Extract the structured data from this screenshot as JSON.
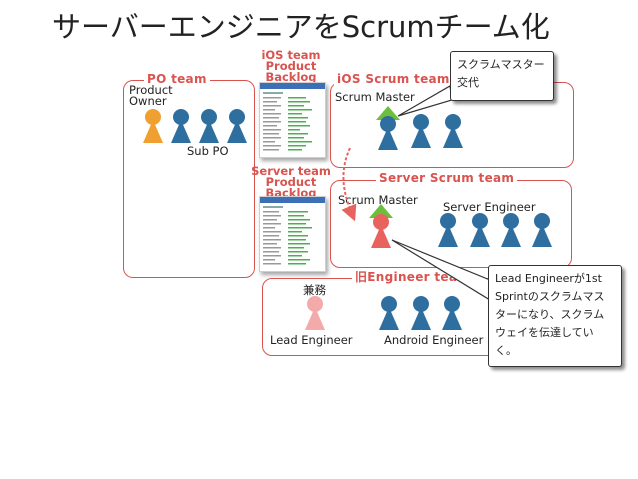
{
  "title": "サーバーエンジニアをScrumチーム化",
  "po_team": {
    "label": "PO team",
    "product_owner_label": "Product\nOwner",
    "sub_po_label": "Sub PO"
  },
  "ios_backlog": {
    "title": "iOS team\nProduct\nBacklog"
  },
  "server_backlog": {
    "title": "Server team\nProduct\nBacklog"
  },
  "ios_team": {
    "label": "iOS Scrum team",
    "scrum_master_label": "Scrum Master"
  },
  "server_team": {
    "label": "Server Scrum team",
    "scrum_master_label": "Scrum Master",
    "engineer_label": "Server Engineer"
  },
  "old_team": {
    "label": "旧Engineer team",
    "kenmu_label": "兼務",
    "lead_label": "Lead Engineer",
    "android_label": "Android Engineer"
  },
  "callouts": {
    "top": "スクラムマスター\n交代",
    "bottom": "Lead Engineerが1st\nSprintのスクラムマス\nターになり、スクラム\nウェイを伝達していく。"
  },
  "colors": {
    "team_border": "#d9534f",
    "engineer_blue": "#2f6f9f",
    "po_orange": "#f0a030",
    "scrum_master_green": "#6cbf3c",
    "lead_red": "#e8625e",
    "lead_pink": "#f2aaaa"
  }
}
